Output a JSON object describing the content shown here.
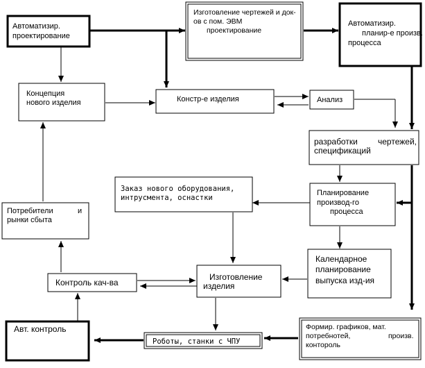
{
  "boxes": {
    "auto_design": [
      "Автоматизир.",
      "проектирование"
    ],
    "drawings_ecm": [
      "Изготовление чертежей и док-",
      "ов с пом. ЭВМ",
      "проектирование"
    ],
    "auto_planning": [
      "Автоматизир.",
      "планир-е произв.",
      "процесса"
    ],
    "concept": [
      "Концепция",
      "нового изделия"
    ],
    "construction": [
      "Констр-е изделия"
    ],
    "analysis": [
      "Анализ"
    ],
    "drawings_specs": [
      "разработки",
      "чертежей,",
      "спецификаций"
    ],
    "order_equipment": [
      "Заказ нового оборудования,",
      "интрусмента, оснастки"
    ],
    "consumers": [
      "Потребители",
      "и",
      "рынки сбыта"
    ],
    "production_planning": [
      "Планирование",
      "производ-го",
      "процесса"
    ],
    "calendar_planning": [
      "Календарное",
      "планирование",
      "выпуска изд-ия"
    ],
    "quality_control": [
      "Контроль кач-ва"
    ],
    "manufacturing": [
      "Изготовление",
      "изделия"
    ],
    "auto_control": [
      "Авт. контроль"
    ],
    "robots": [
      "Роботы, станки с ЧПУ"
    ],
    "schedules": [
      "Формир. графиков, мат.",
      "потребнотей,",
      "произв.",
      "контороль"
    ]
  }
}
